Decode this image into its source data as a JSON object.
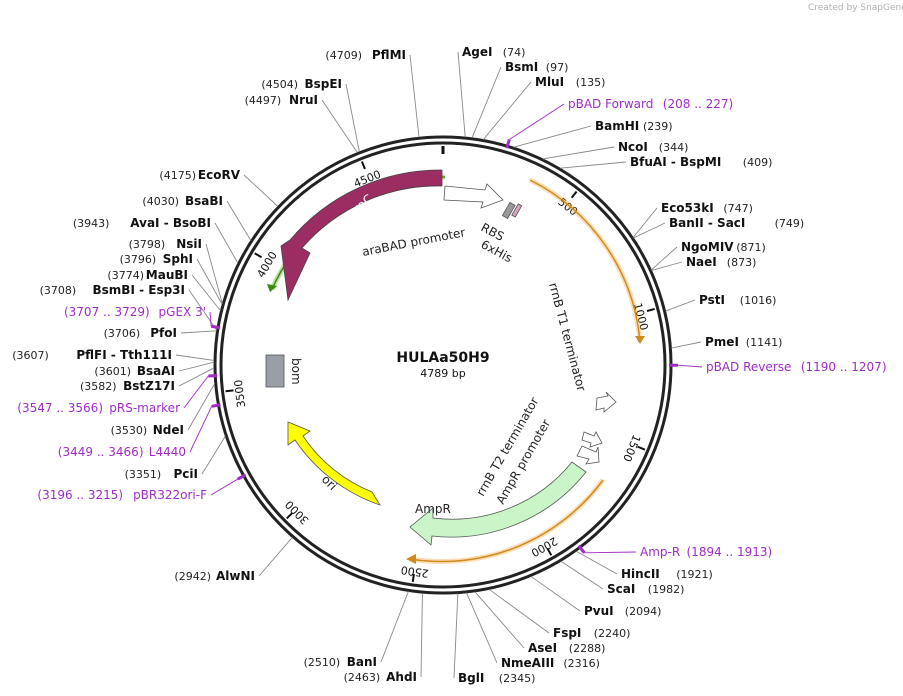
{
  "credit": "Created by SnapGene",
  "plasmid": {
    "name": "HULAa50H9",
    "size_label": "4789 bp"
  },
  "enzymes": [
    {
      "name": "AgeI",
      "pos": "(74)"
    },
    {
      "name": "BsmI",
      "pos": "(97)"
    },
    {
      "name": "MluI",
      "pos": "(135)"
    },
    {
      "name": "BamHI",
      "pos": "(239)"
    },
    {
      "name": "NcoI",
      "pos": "(344)"
    },
    {
      "name": "BfuAI  - BspMI",
      "pos": "(409)"
    },
    {
      "name": "Eco53kI",
      "pos": "(747)"
    },
    {
      "name": "BanII  - SacI",
      "pos": "(749)"
    },
    {
      "name": "NgoMIV",
      "pos": "(871)"
    },
    {
      "name": "NaeI",
      "pos": "(873)"
    },
    {
      "name": "PstI",
      "pos": "(1016)"
    },
    {
      "name": "PmeI",
      "pos": "(1141)"
    },
    {
      "name": "HincII",
      "pos": "(1921)"
    },
    {
      "name": "ScaI",
      "pos": "(1982)"
    },
    {
      "name": "PvuI",
      "pos": "(2094)"
    },
    {
      "name": "FspI",
      "pos": "(2240)"
    },
    {
      "name": "AseI",
      "pos": "(2288)"
    },
    {
      "name": "NmeAIII",
      "pos": "(2316)"
    },
    {
      "name": "BglI",
      "pos": "(2345)"
    },
    {
      "name": "AhdI",
      "pos": "(2463)"
    },
    {
      "name": "BanI",
      "pos": "(2510)"
    },
    {
      "name": "AlwNI",
      "pos": "(2942)"
    },
    {
      "name": "PciI",
      "pos": "(3351)"
    },
    {
      "name": "NdeI",
      "pos": "(3530)"
    },
    {
      "name": "BstZ17I",
      "pos": "(3582)"
    },
    {
      "name": "BsaAI",
      "pos": "(3601)"
    },
    {
      "name": "PflFI  - Tth111I",
      "pos": "(3607)"
    },
    {
      "name": "PfoI",
      "pos": "(3706)"
    },
    {
      "name": "BsmBI  - Esp3I",
      "pos": "(3708)"
    },
    {
      "name": "MauBI",
      "pos": "(3774)"
    },
    {
      "name": "SphI",
      "pos": "(3796)"
    },
    {
      "name": "NsiI",
      "pos": "(3798)"
    },
    {
      "name": "AvaI  - BsoBI",
      "pos": "(3943)"
    },
    {
      "name": "BsaBI",
      "pos": "(4030)"
    },
    {
      "name": "EcoRV",
      "pos": "(4175)"
    },
    {
      "name": "NruI",
      "pos": "(4497)"
    },
    {
      "name": "BspEI",
      "pos": "(4504)"
    },
    {
      "name": "PflMI",
      "pos": "(4709)"
    }
  ],
  "primers": [
    {
      "name": "pBAD Forward",
      "range": "(208 .. 227)"
    },
    {
      "name": "pBAD Reverse",
      "range": "(1190 .. 1207)"
    },
    {
      "name": "Amp-R",
      "range": "(1894 .. 1913)"
    },
    {
      "name": "pBR322ori-F",
      "range": "(3196 .. 3215)"
    },
    {
      "name": "L4440",
      "range": "(3449 .. 3466)"
    },
    {
      "name": "pRS-marker",
      "range": "(3547 .. 3566)"
    },
    {
      "name": "pGEX 3'",
      "range": "(3707 .. 3729)"
    }
  ],
  "features": {
    "araC": "araC",
    "araBAD": "araBAD promoter",
    "rbs": "RBS",
    "his": "6xHis",
    "t1": "rrnB T1 terminator",
    "t2": "rrnB T2 terminator",
    "ampr_promoter": "AmpR promoter",
    "ampr": "AmpR",
    "ori": "ori",
    "bom": "bom"
  },
  "ticks": [
    "500",
    "1000",
    "1500",
    "2000",
    "2500",
    "3000",
    "3500",
    "4000",
    "4500"
  ],
  "colors": {
    "araC": "#9b2d62",
    "ori": "#ffff00",
    "ampr": "#c9f5c9",
    "orange": "#f0a030",
    "primer": "#a02cc8",
    "bom": "#9a9ea6"
  }
}
